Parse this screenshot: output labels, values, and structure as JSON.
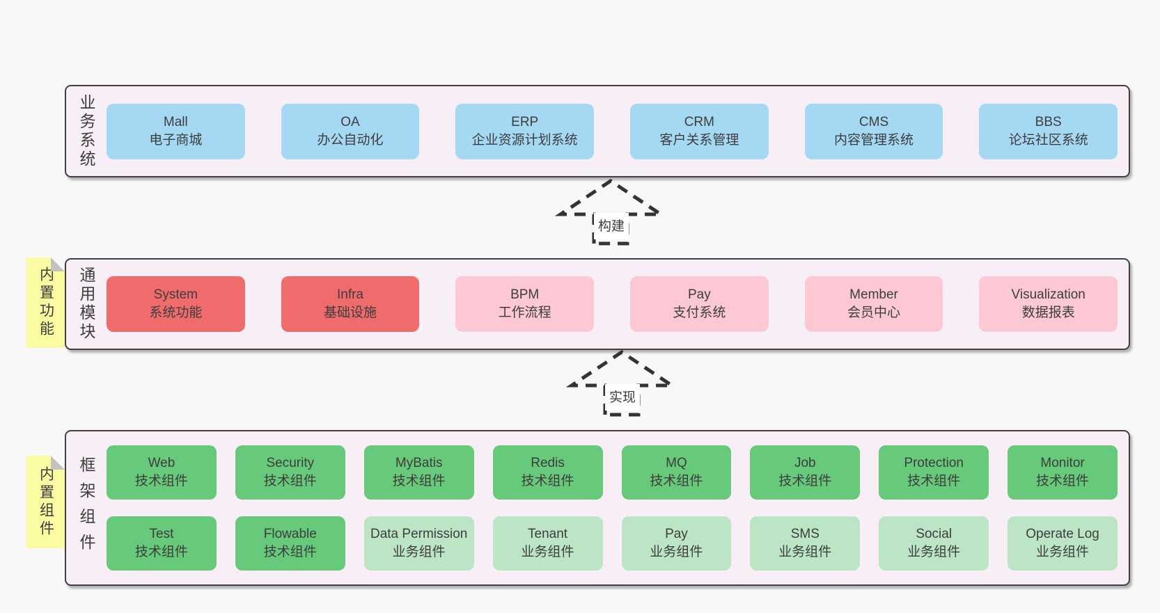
{
  "colors": {
    "background": "#f8f8f8",
    "panel_bg": "#f8eef6",
    "panel_border": "#3f3f3f",
    "box_blue": "#a5d8f3",
    "box_red": "#f06c6c",
    "box_pink": "#fcc8d3",
    "box_green": "#67c97a",
    "box_light_green": "#bce5c6",
    "sticky_yellow": "#fbfba2",
    "arrow_stroke": "#333333",
    "chip_bg": "#ffffff",
    "text": "#3c3c3c"
  },
  "layers": [
    {
      "id": "business",
      "label": "业务系统",
      "rows": [
        [
          {
            "en": "Mall",
            "zh": "电子商城",
            "color": "blue"
          },
          {
            "en": "OA",
            "zh": "办公自动化",
            "color": "blue"
          },
          {
            "en": "ERP",
            "zh": "企业资源计划系统",
            "color": "blue"
          },
          {
            "en": "CRM",
            "zh": "客户关系管理",
            "color": "blue"
          },
          {
            "en": "CMS",
            "zh": "内容管理系统",
            "color": "blue"
          },
          {
            "en": "BBS",
            "zh": "论坛社区系统",
            "color": "blue"
          }
        ]
      ]
    },
    {
      "id": "modules",
      "label": "通用模块",
      "sticky": "内置功能",
      "rows": [
        [
          {
            "en": "System",
            "zh": "系统功能",
            "color": "red"
          },
          {
            "en": "Infra",
            "zh": "基础设施",
            "color": "red"
          },
          {
            "en": "BPM",
            "zh": "工作流程",
            "color": "pink"
          },
          {
            "en": "Pay",
            "zh": "支付系统",
            "color": "pink"
          },
          {
            "en": "Member",
            "zh": "会员中心",
            "color": "pink"
          },
          {
            "en": "Visualization",
            "zh": "数据报表",
            "color": "pink"
          }
        ]
      ]
    },
    {
      "id": "framework",
      "label": "框架组件",
      "sticky": "内置组件",
      "rows": [
        [
          {
            "en": "Web",
            "zh": "技术组件",
            "color": "green"
          },
          {
            "en": "Security",
            "zh": "技术组件",
            "color": "green"
          },
          {
            "en": "MyBatis",
            "zh": "技术组件",
            "color": "green"
          },
          {
            "en": "Redis",
            "zh": "技术组件",
            "color": "green"
          },
          {
            "en": "MQ",
            "zh": "技术组件",
            "color": "green"
          },
          {
            "en": "Job",
            "zh": "技术组件",
            "color": "green"
          },
          {
            "en": "Protection",
            "zh": "技术组件",
            "color": "green"
          },
          {
            "en": "Monitor",
            "zh": "技术组件",
            "color": "green"
          }
        ],
        [
          {
            "en": "Test",
            "zh": "技术组件",
            "color": "green"
          },
          {
            "en": "Flowable",
            "zh": "技术组件",
            "color": "green"
          },
          {
            "en": "Data Permission",
            "zh": "业务组件",
            "color": "lightgreen"
          },
          {
            "en": "Tenant",
            "zh": "业务组件",
            "color": "lightgreen"
          },
          {
            "en": "Pay",
            "zh": "业务组件",
            "color": "lightgreen"
          },
          {
            "en": "SMS",
            "zh": "业务组件",
            "color": "lightgreen"
          },
          {
            "en": "Social",
            "zh": "业务组件",
            "color": "lightgreen"
          },
          {
            "en": "Operate Log",
            "zh": "业务组件",
            "color": "lightgreen"
          }
        ]
      ]
    }
  ],
  "arrows": [
    {
      "label": "构建"
    },
    {
      "label": "实现"
    }
  ]
}
